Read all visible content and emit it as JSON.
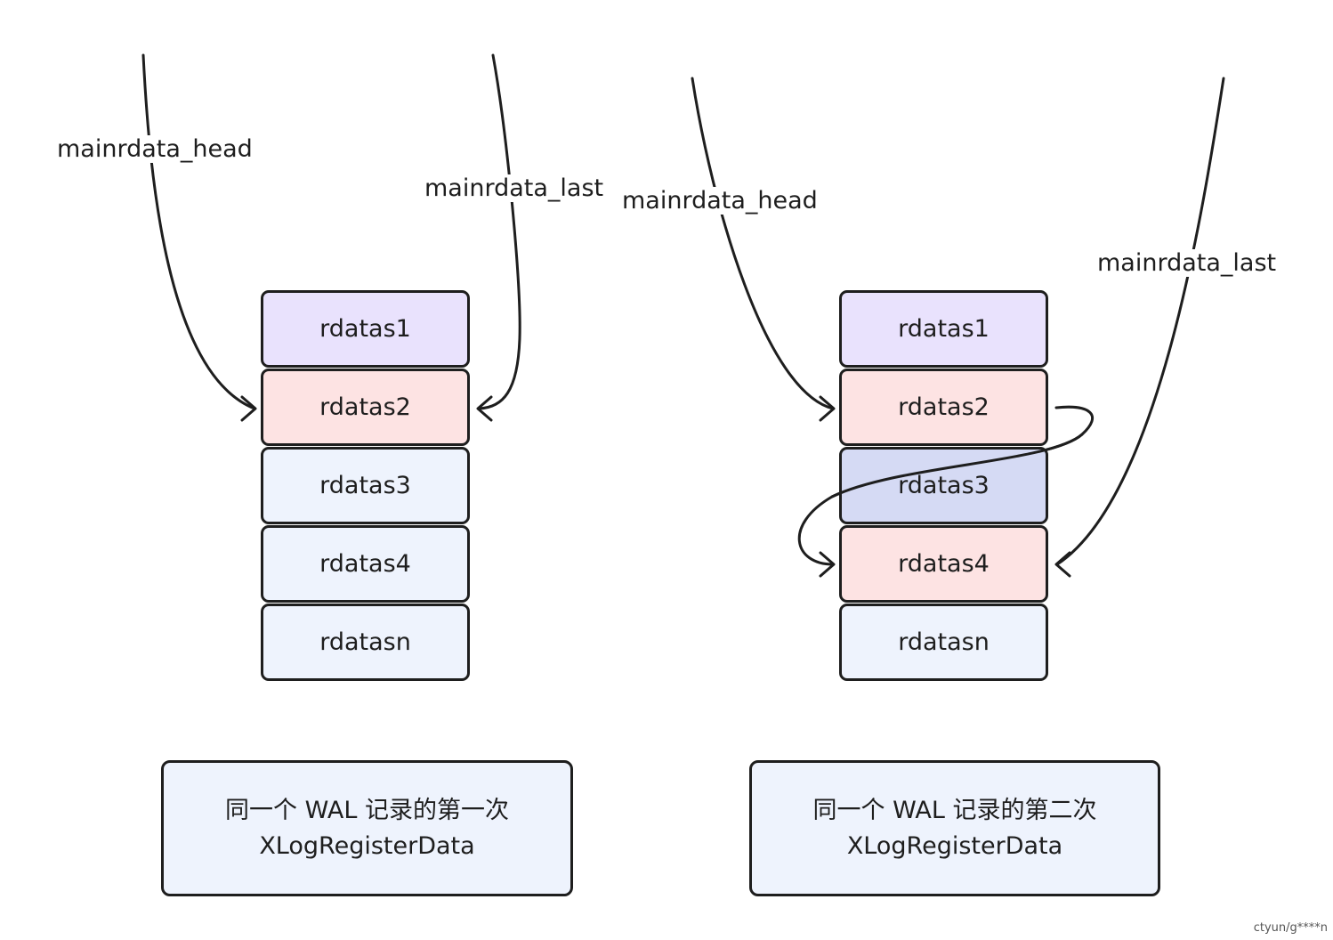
{
  "left": {
    "head_label": "mainrdata_head",
    "last_label": "mainrdata_last",
    "boxes": [
      "rdatas1",
      "rdatas2",
      "rdatas3",
      "rdatas4",
      "rdatasn"
    ],
    "caption_line1": "同一个 WAL 记录的第一次",
    "caption_line2": "XLogRegisterData"
  },
  "right": {
    "head_label": "mainrdata_head",
    "last_label": "mainrdata_last",
    "boxes": [
      "rdatas1",
      "rdatas2",
      "rdatas3",
      "rdatas4",
      "rdatasn"
    ],
    "caption_line1": "同一个 WAL 记录的第二次",
    "caption_line2": "XLogRegisterData"
  },
  "watermark": "ctyun/g****n",
  "colors": {
    "stroke": "#1e1e1e",
    "purple_fill": "#e9e2fd",
    "pink_fill": "#fde3e3",
    "pale_fill": "#eef3fd",
    "blue_fill": "#d5daf4"
  }
}
